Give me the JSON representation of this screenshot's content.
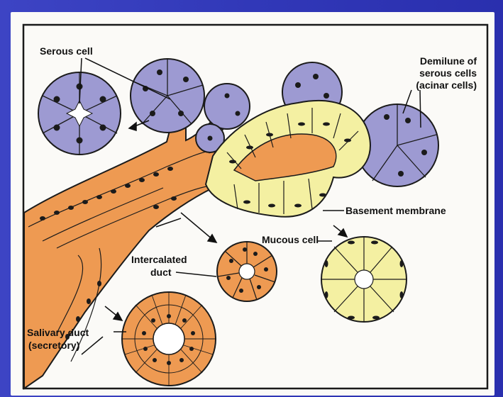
{
  "labels": {
    "serous_cell": "Serous cell",
    "demilune_line1": "Demilune of",
    "demilune_line2": "serous cells",
    "demilune_line3": "(acinar cells)",
    "basement_membrane": "Basement membrane",
    "mucous_cell": "Mucous cell",
    "intercalated_line1": "Intercalated",
    "intercalated_line2": "duct",
    "salivary_line1": "Salivary duct",
    "salivary_line2": "(secretory)"
  },
  "colors": {
    "background": "#3138b8",
    "panel": "#fbfaf7",
    "frame": "#1a1a1a",
    "duct_orange": "#ee9a52",
    "serous_purple": "#9d9ad2",
    "mucous_yellow": "#f4f0a2",
    "outline": "#1b1b1b"
  },
  "icons": [
    "serous-acinus-cross-section",
    "intercalated-duct-cross-section",
    "mucous-acinus-cross-section",
    "salivary-duct-cross-section"
  ]
}
